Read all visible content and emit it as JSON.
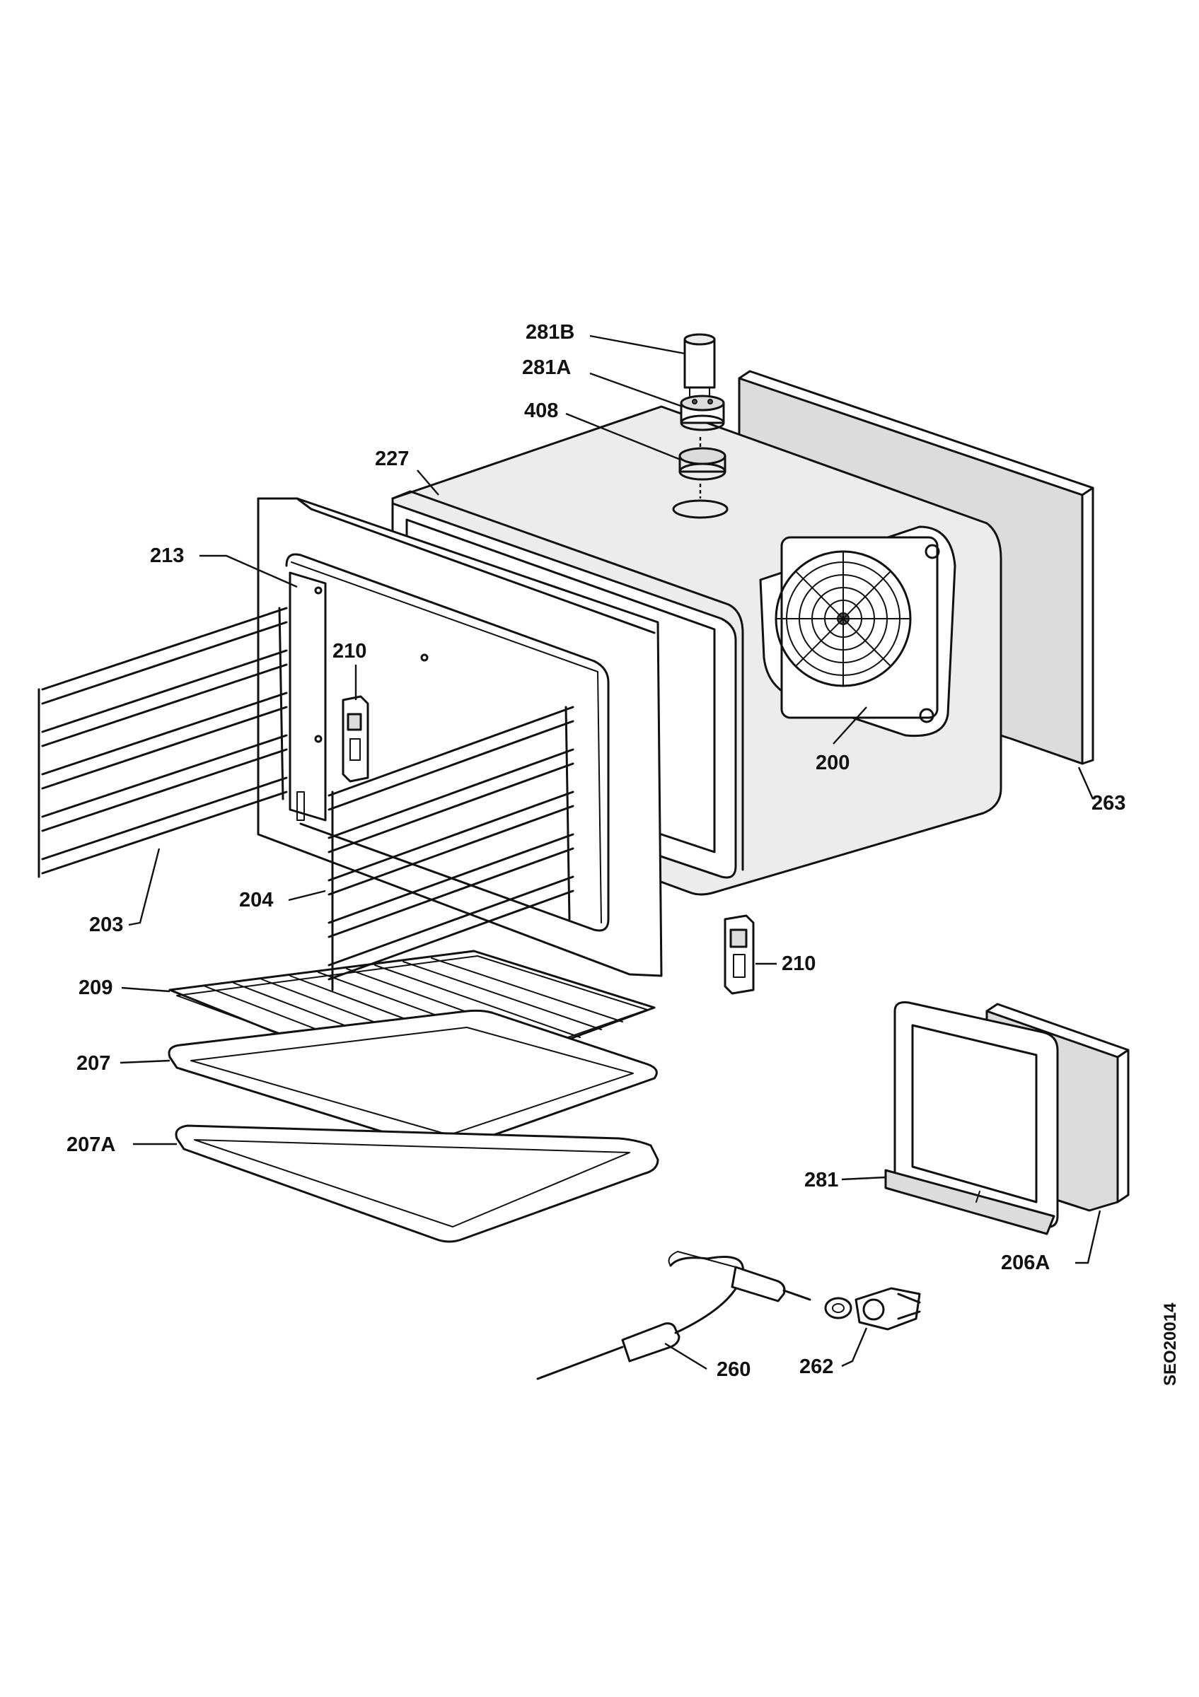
{
  "drawing_code": "SEO20014",
  "callouts": [
    {
      "id": "c281b",
      "label": "281B"
    },
    {
      "id": "c281a",
      "label": "281A"
    },
    {
      "id": "c408",
      "label": "408"
    },
    {
      "id": "c227",
      "label": "227"
    },
    {
      "id": "c213",
      "label": "213"
    },
    {
      "id": "c210a",
      "label": "210"
    },
    {
      "id": "c200",
      "label": "200"
    },
    {
      "id": "c263",
      "label": "263"
    },
    {
      "id": "c204",
      "label": "204"
    },
    {
      "id": "c203",
      "label": "203"
    },
    {
      "id": "c210b",
      "label": "210"
    },
    {
      "id": "c209",
      "label": "209"
    },
    {
      "id": "c207",
      "label": "207"
    },
    {
      "id": "c207a",
      "label": "207A"
    },
    {
      "id": "c281",
      "label": "281"
    },
    {
      "id": "c206a",
      "label": "206A"
    },
    {
      "id": "c260",
      "label": "260"
    },
    {
      "id": "c262",
      "label": "262"
    }
  ]
}
